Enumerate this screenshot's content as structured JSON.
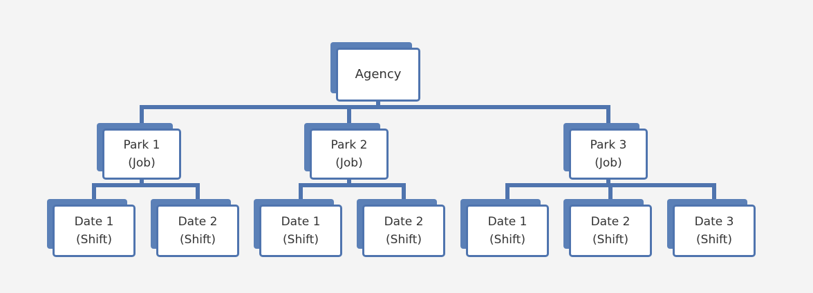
{
  "colors": {
    "background": "#f4f4f4",
    "box_shadow": "#5b80b7",
    "box_border": "#4f74ae",
    "box_fill": "#ffffff",
    "connector": "#4f74ae",
    "text": "#333333"
  },
  "root": {
    "lines": [
      "Agency"
    ]
  },
  "jobs": [
    {
      "lines": [
        "Park 1",
        "(Job)"
      ],
      "shifts": [
        {
          "lines": [
            "Date 1",
            "(Shift)"
          ]
        },
        {
          "lines": [
            "Date 2",
            "(Shift)"
          ]
        }
      ]
    },
    {
      "lines": [
        "Park 2",
        "(Job)"
      ],
      "shifts": [
        {
          "lines": [
            "Date 1",
            "(Shift)"
          ]
        },
        {
          "lines": [
            "Date 2",
            "(Shift)"
          ]
        }
      ]
    },
    {
      "lines": [
        "Park 3",
        "(Job)"
      ],
      "shifts": [
        {
          "lines": [
            "Date 1",
            "(Shift)"
          ]
        },
        {
          "lines": [
            "Date 2",
            "(Shift)"
          ]
        },
        {
          "lines": [
            "Date 3",
            "(Shift)"
          ]
        }
      ]
    }
  ]
}
